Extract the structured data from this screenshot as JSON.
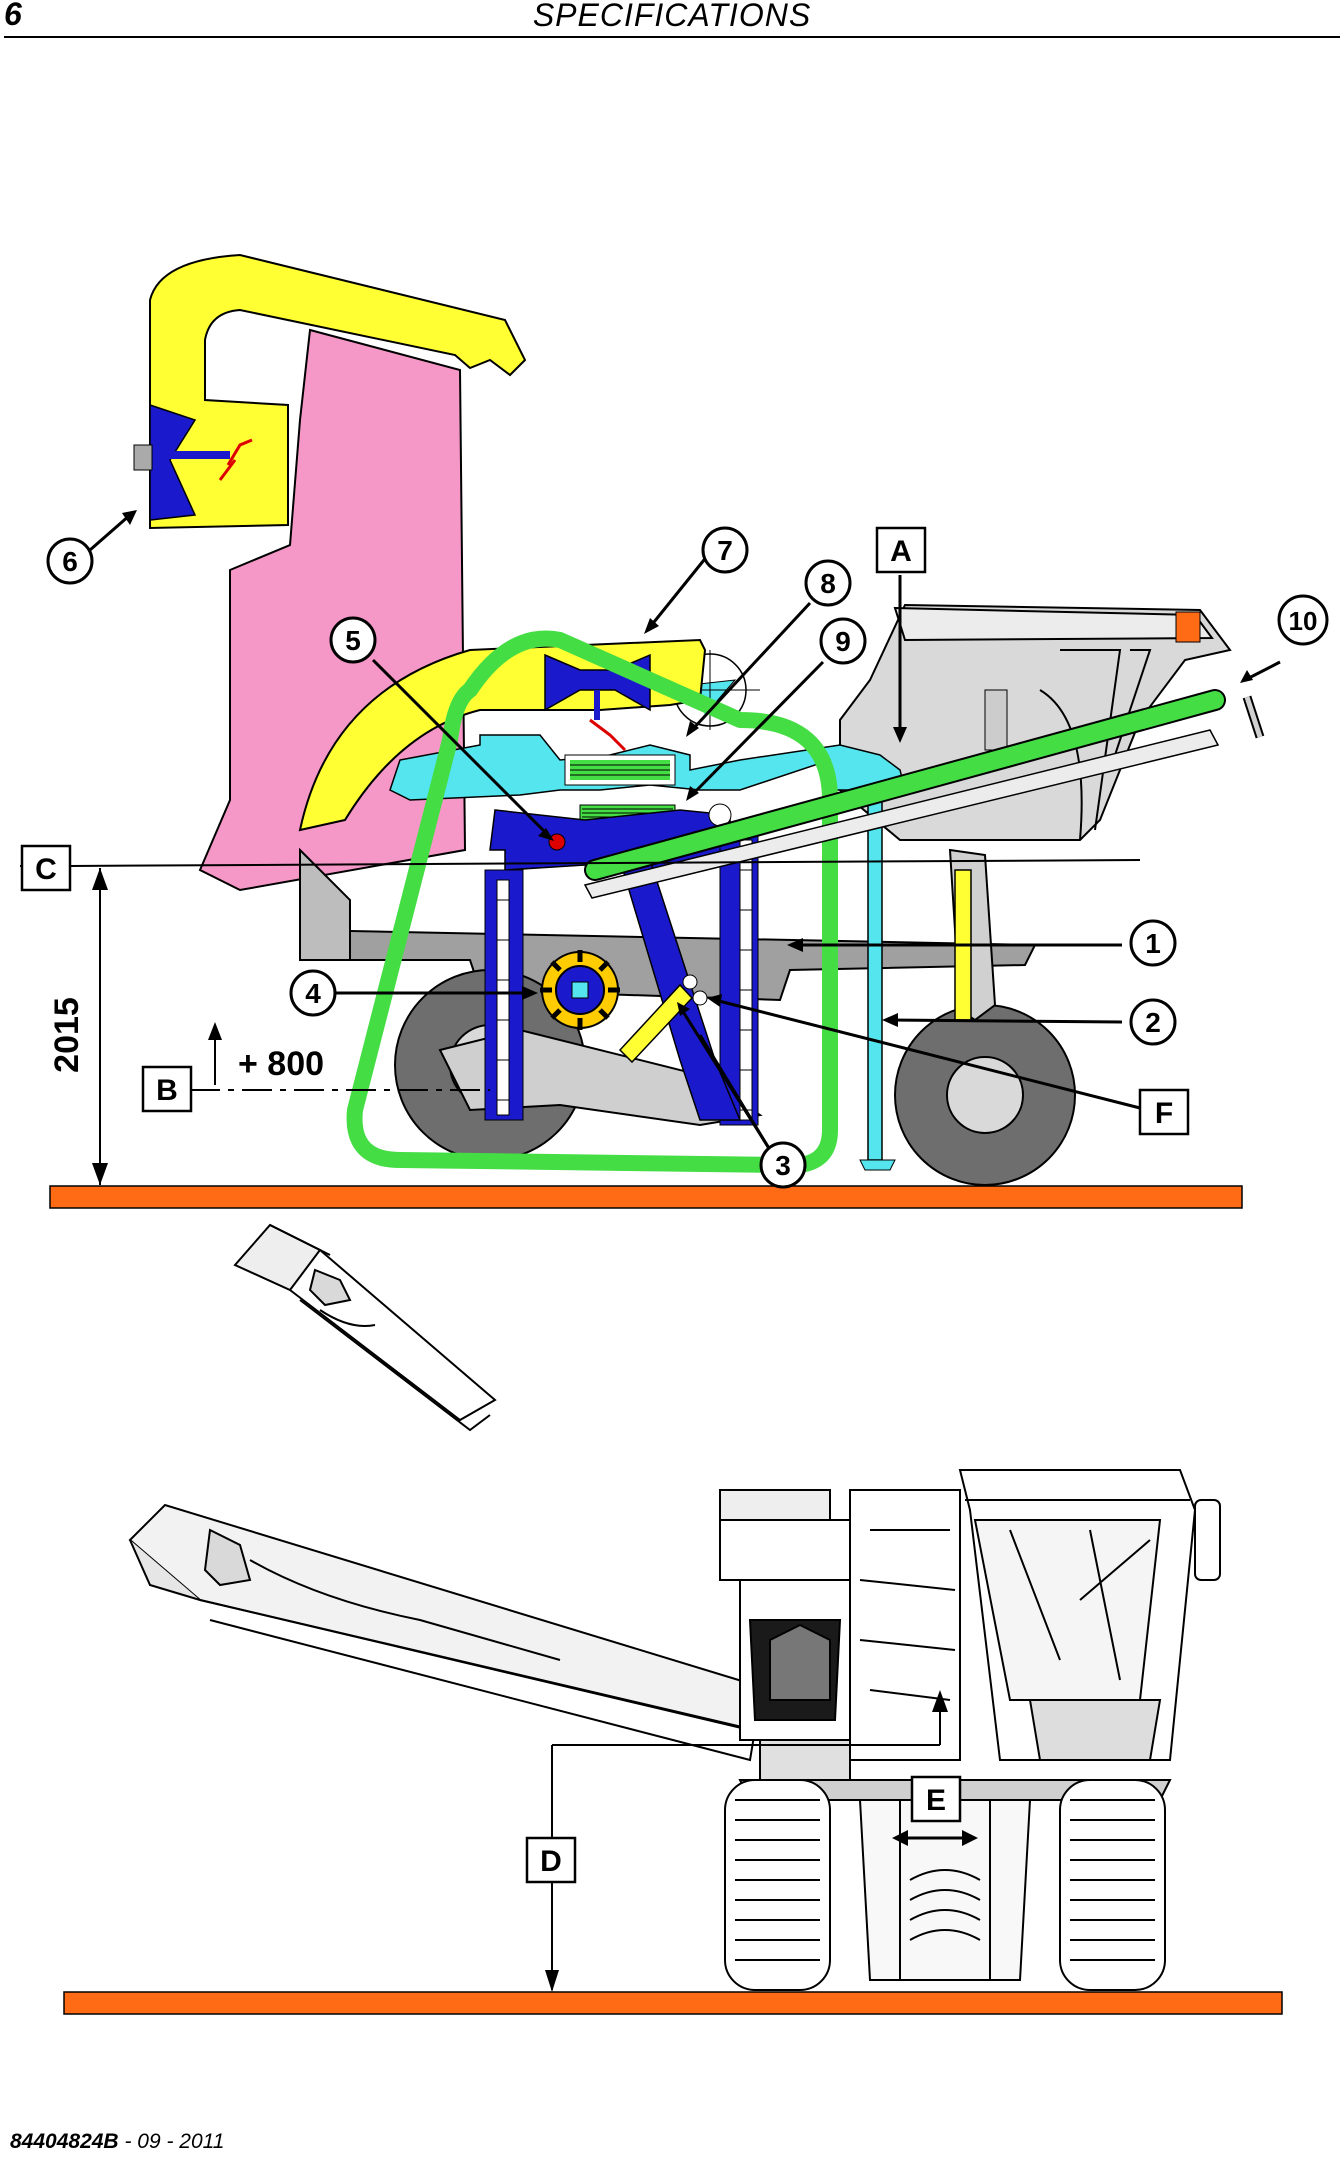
{
  "header": {
    "page_number": "6",
    "section_title": "SPECIFICATIONS"
  },
  "footer": {
    "doc_code": "84404824B",
    "date": " - 09 - 2011"
  },
  "callouts": [
    "1",
    "2",
    "3",
    "4",
    "5",
    "6",
    "7",
    "8",
    "9",
    "10"
  ],
  "letter_labels": [
    "A",
    "B",
    "C",
    "D",
    "E",
    "F"
  ],
  "dimensions": {
    "height_c": "2015",
    "offset_b": "+ 800"
  },
  "colors": {
    "yellow_spout": "#ffff33",
    "pink_panel": "#f598c8",
    "green_conveyor": "#44dd44",
    "blue_frame": "#1a1acc",
    "cyan_frame": "#55e5ee",
    "ground": "#ff6a14",
    "grey_body": "#d4d4d4",
    "dark_grey": "#6e6e6e",
    "cab_orange": "#ff6a14",
    "red_marker": "#dd0000"
  }
}
